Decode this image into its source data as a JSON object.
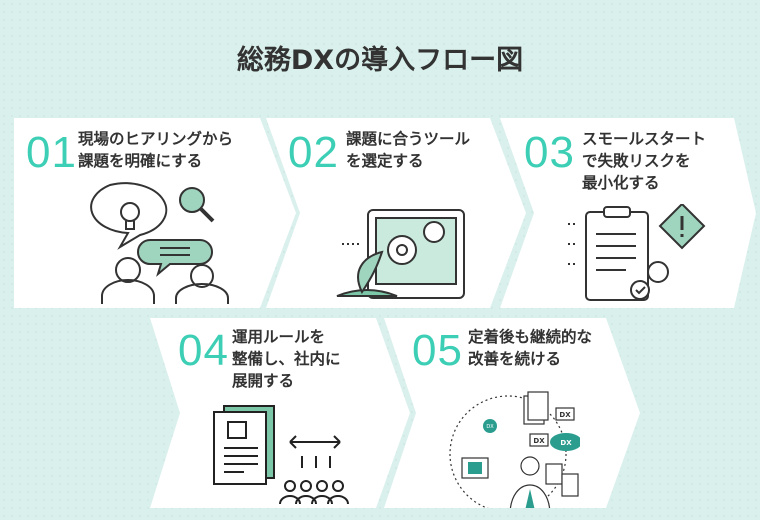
{
  "title": "総務DXの導入フロー図",
  "steps": [
    {
      "num": "01",
      "text": "現場のヒアリングから\n課題を明確にする",
      "icon": "interview-illustration"
    },
    {
      "num": "02",
      "text": "課題に合うツール\nを選定する",
      "icon": "tool-selection-illustration"
    },
    {
      "num": "03",
      "text": "スモールスタート\nで失敗リスクを\n最小化する",
      "icon": "checklist-warning-illustration"
    },
    {
      "num": "04",
      "text": "運用ルールを\n整備し、社内に\n展開する",
      "icon": "document-team-illustration"
    },
    {
      "num": "05",
      "text": "定着後も継続的な\n改善を続ける",
      "icon": "dx-cycle-illustration",
      "labels": [
        "DX",
        "DX",
        "DX",
        "DX"
      ]
    }
  ],
  "colors": {
    "accent": "#3ccfb5",
    "illustration": "#7cc7a8",
    "background": "#d9f0ec"
  }
}
